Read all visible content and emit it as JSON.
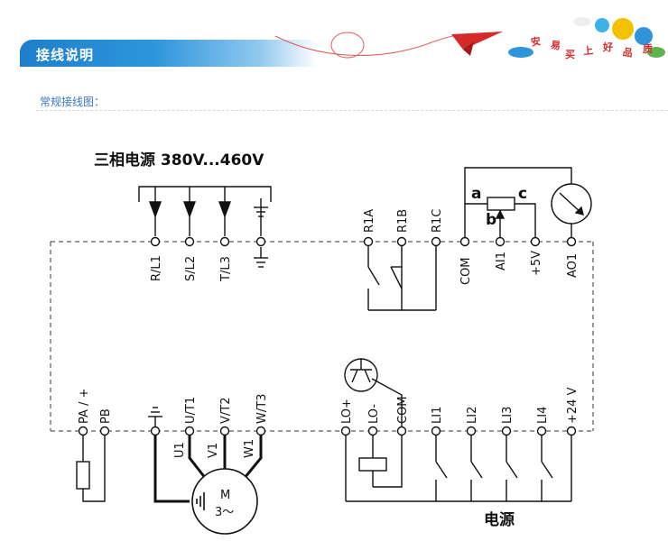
{
  "header": {
    "title": "接线说明",
    "slogan_chars": [
      "安",
      "易",
      "买",
      "上",
      "好",
      "品",
      "质"
    ]
  },
  "section": {
    "subtitle": "常规接线图："
  },
  "diagram": {
    "supply_label": "三相电源 380V...460V",
    "top_terminals": [
      "R/L1",
      "S/L2",
      "T/L3"
    ],
    "relay_terminals": [
      "R1A",
      "R1B",
      "R1C"
    ],
    "analog_terminals": [
      "COM",
      "AI1",
      "+5V",
      "AO1"
    ],
    "pot_labels": [
      "a",
      "b",
      "c"
    ],
    "bottom_left_terminals": [
      "PA / +",
      "PB"
    ],
    "motor_terminals": [
      "U/T1",
      "V/T2",
      "W/T3"
    ],
    "motor_phase_labels": [
      "U1",
      "V1",
      "W1"
    ],
    "motor_name": "M",
    "motor_spec": "3～",
    "logic_terminals": [
      "LO+",
      "LO-",
      "COM",
      "LI1",
      "LI2",
      "LI3",
      "LI4",
      "+24 V"
    ],
    "power_label": "电源"
  },
  "colors": {
    "banner_blue": "#1d7fcc",
    "subtitle_blue": "#3a76c4",
    "plane_red": "#d52a2a"
  }
}
